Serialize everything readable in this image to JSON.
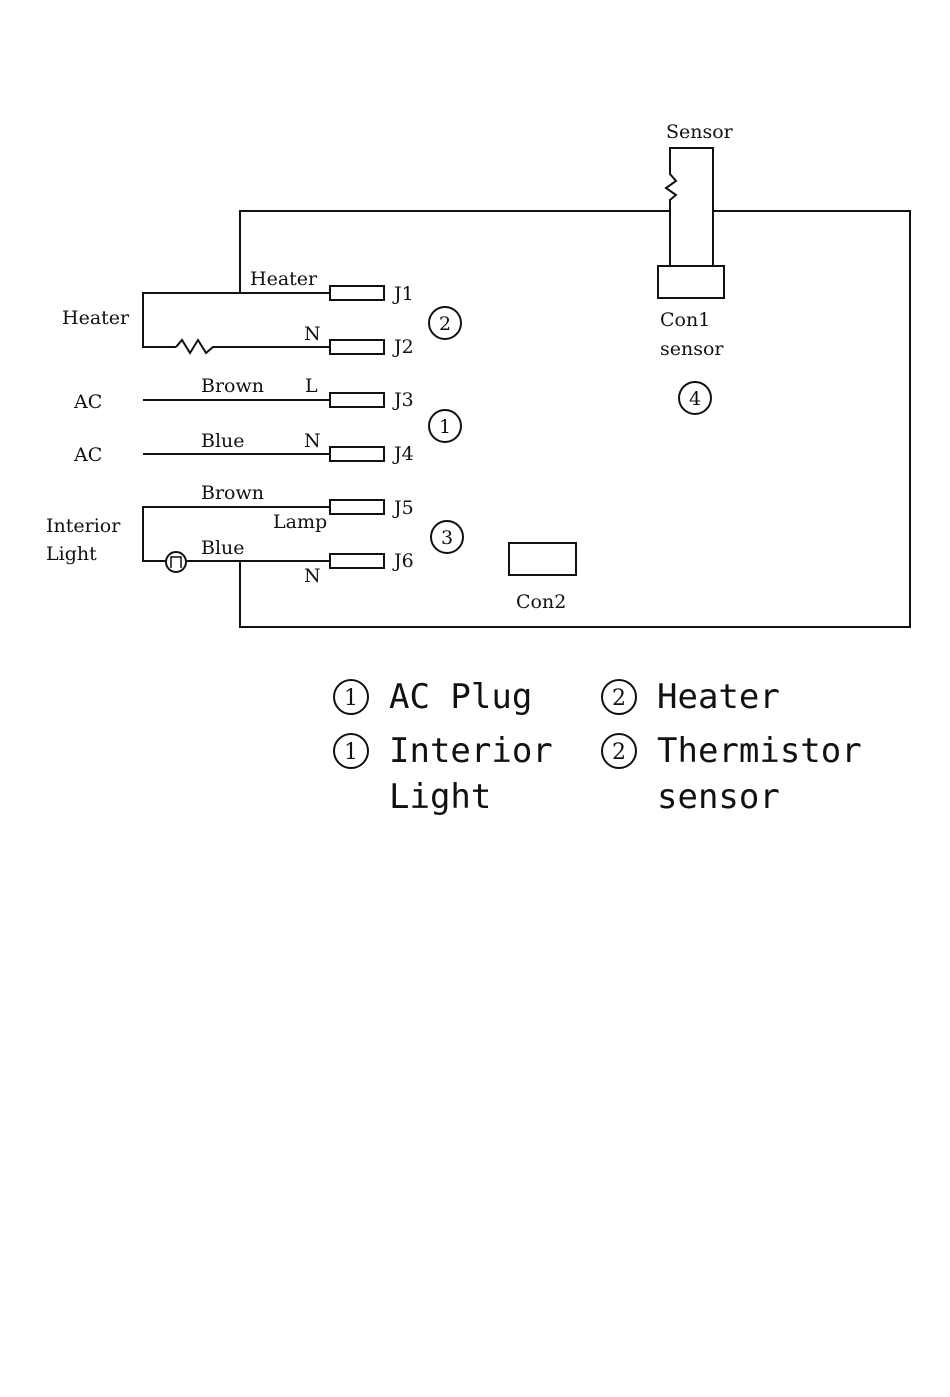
{
  "sensor": {
    "label": "Sensor",
    "con1_line1": "Con1",
    "con1_line2": "sensor",
    "marker": "4"
  },
  "heater": {
    "side_label": "Heater",
    "wire_label": "Heater",
    "n_label": "N",
    "j1": "J1",
    "j2": "J2",
    "marker": "2"
  },
  "ac": {
    "label_a": "AC",
    "label_b": "AC",
    "wire_brown": "Brown",
    "wire_blue": "Blue",
    "l_label": "L",
    "n_label": "N",
    "j3": "J3",
    "j4": "J4",
    "marker": "1"
  },
  "light": {
    "label_line1": "Interior",
    "label_line2": "Light",
    "wire_brown": "Brown",
    "wire_blue": "Blue",
    "lamp_label": "Lamp",
    "n_label": "N",
    "j5": "J5",
    "j6": "J6",
    "marker": "3"
  },
  "con2": {
    "label": "Con2"
  },
  "legend": [
    {
      "num": "1",
      "line1": "AC Plug",
      "line2": ""
    },
    {
      "num": "2",
      "line1": "Heater",
      "line2": ""
    },
    {
      "num": "1",
      "line1": "Interior",
      "line2": "Light"
    },
    {
      "num": "2",
      "line1": "Thermistor",
      "line2": "sensor"
    }
  ]
}
